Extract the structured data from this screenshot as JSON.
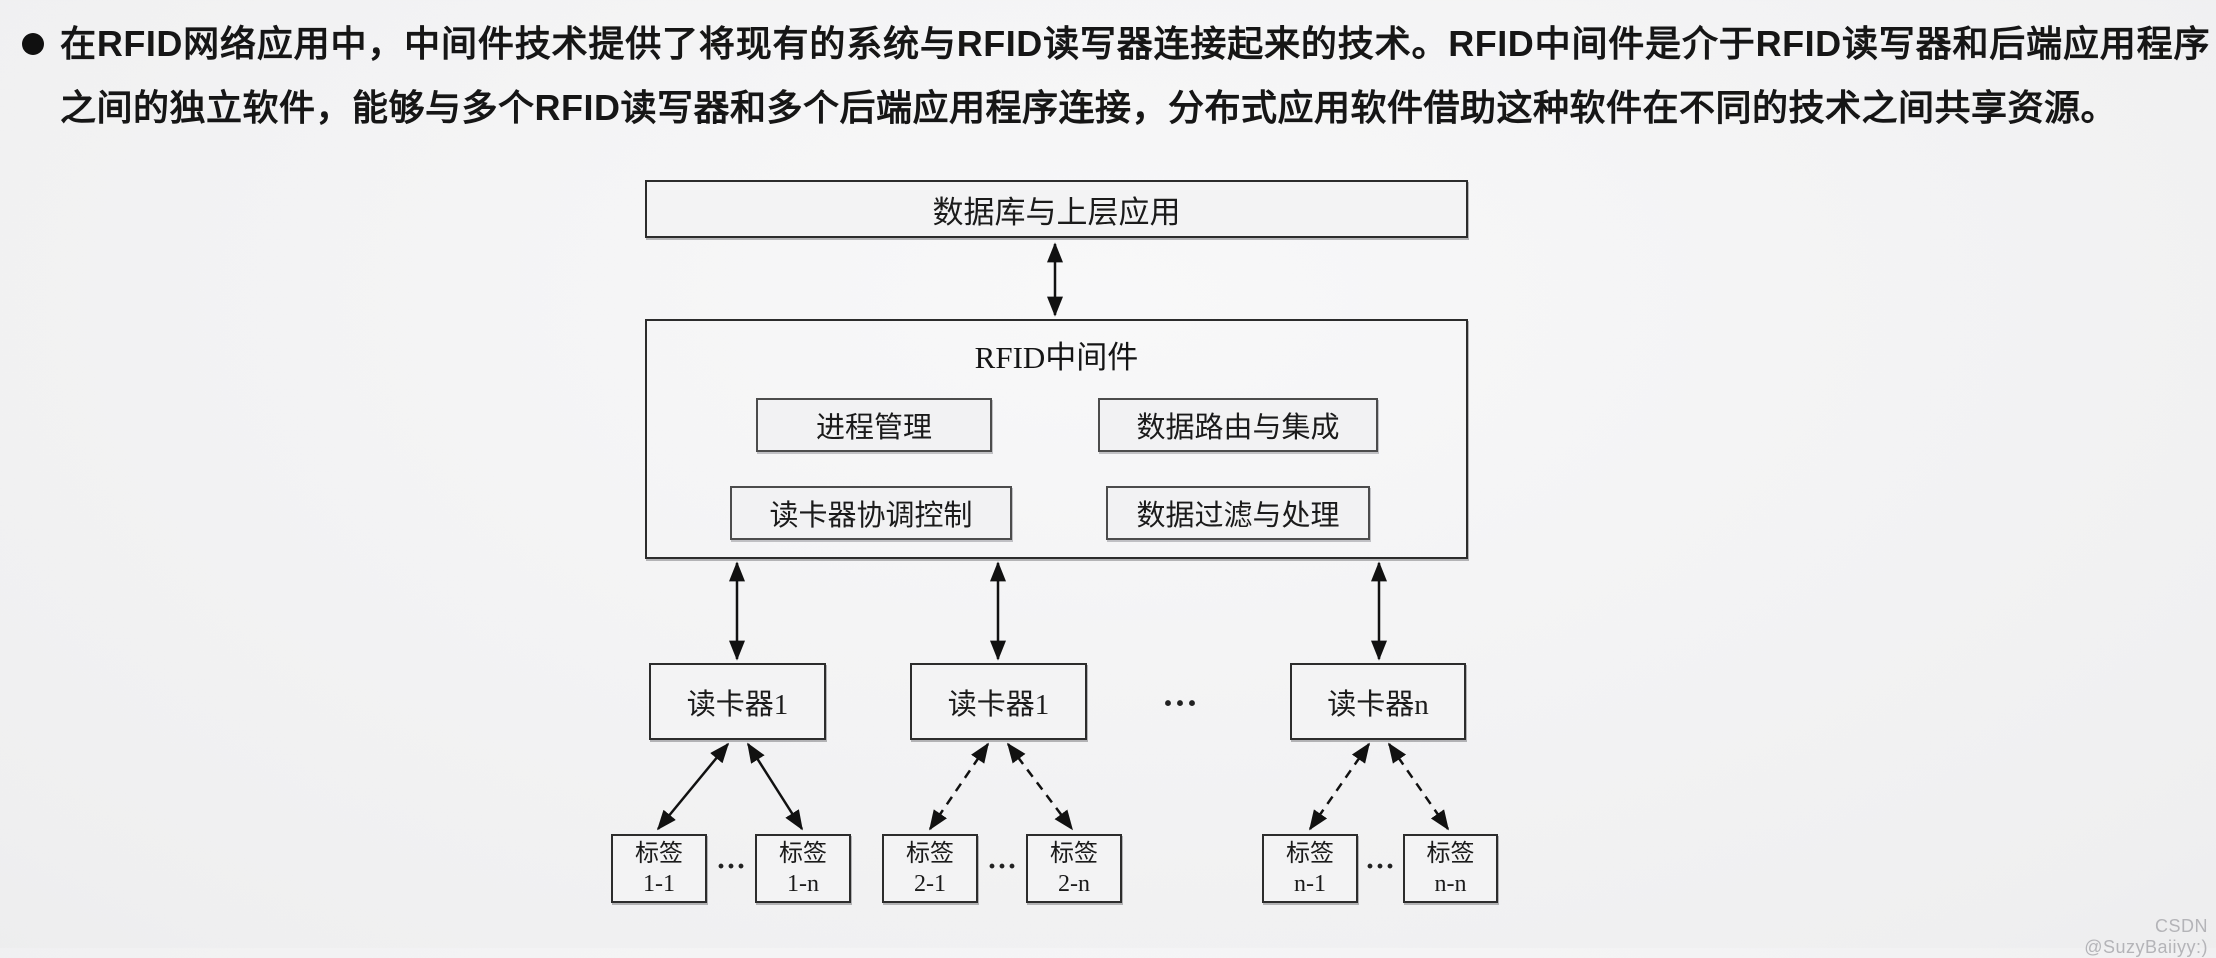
{
  "page": {
    "bullet_text": "在RFID网络应用中，中间件技术提供了将现有的系统与RFID读写器连接起来的技术。RFID中间件是介于RFID读写器和后端应用程序之间的独立软件，能够与多个RFID读写器和多个后端应用程序连接，分布式应用软件借助这种软件在不同的技术之间共享资源。",
    "watermark": "CSDN @SuzyBaiiyy:)"
  },
  "diagram": {
    "top_box_label": "数据库与上层应用",
    "middleware": {
      "title": "RFID中间件",
      "modules": [
        "进程管理",
        "数据路由与集成",
        "读卡器协调控制",
        "数据过滤与处理"
      ]
    },
    "readers": [
      {
        "label": "读卡器1"
      },
      {
        "label": "读卡器1"
      },
      {
        "label": "读卡器n"
      }
    ],
    "reader_ellipsis": "···",
    "tags": [
      {
        "line1": "标签",
        "line2": "1-1"
      },
      {
        "line1": "标签",
        "line2": "1-n"
      },
      {
        "line1": "标签",
        "line2": "2-1"
      },
      {
        "line1": "标签",
        "line2": "2-n"
      },
      {
        "line1": "标签",
        "line2": "n-1"
      },
      {
        "line1": "标签",
        "line2": "n-n"
      }
    ],
    "tag_ellipsis": "···",
    "colors": {
      "line": "#111111",
      "text": "#1a1a1a",
      "background": "#eeeeef"
    }
  }
}
